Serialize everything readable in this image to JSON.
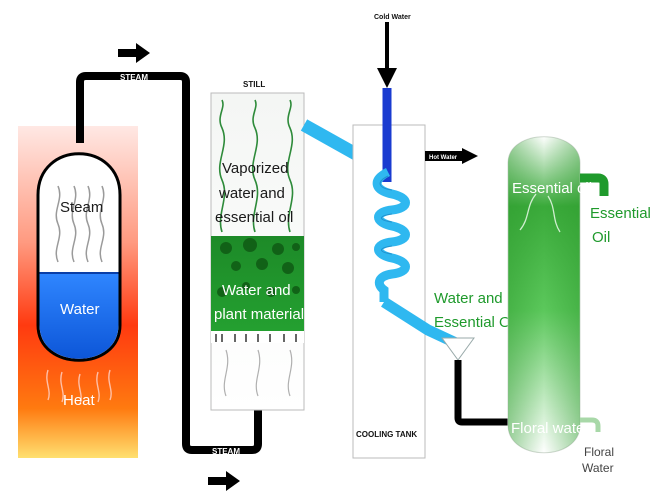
{
  "labels": {
    "steam_top": "STEAM",
    "steam_bottom": "STEAM",
    "still": "STILL",
    "cold_water": "Cold Water",
    "hot_water": "Hot Water",
    "boiler_steam": "Steam",
    "boiler_water": "Water",
    "boiler_heat": "Heat",
    "vapor_line1": "Vaporized",
    "vapor_line2": "water and",
    "vapor_line3": "essential oil",
    "plant_line1": "Water and",
    "plant_line2": "plant material",
    "cooling_tank": "COOLING TANK",
    "mix_line1": "Water and",
    "mix_line2": "Essential Oil",
    "sep_essential_oil": "Essential oil",
    "out_essential_line1": "Essential",
    "out_essential_line2": "Oil",
    "sep_floral_water": "Floral water",
    "out_floral_line1": "Floral",
    "out_floral_line2": "Water"
  },
  "colors": {
    "heat_top": "#ffd8d0",
    "heat_mid": "#ff3a10",
    "heat_bottom": "#ffe070",
    "water_blue": "#1a6ef5",
    "pipe_black": "#000000",
    "coil_cyan": "#2fb8f0",
    "cold_pipe": "#1a3bd0",
    "plant_green": "#1f8f2a",
    "separator_green": "#3dbb3d",
    "label_green": "#1f9a2c"
  }
}
